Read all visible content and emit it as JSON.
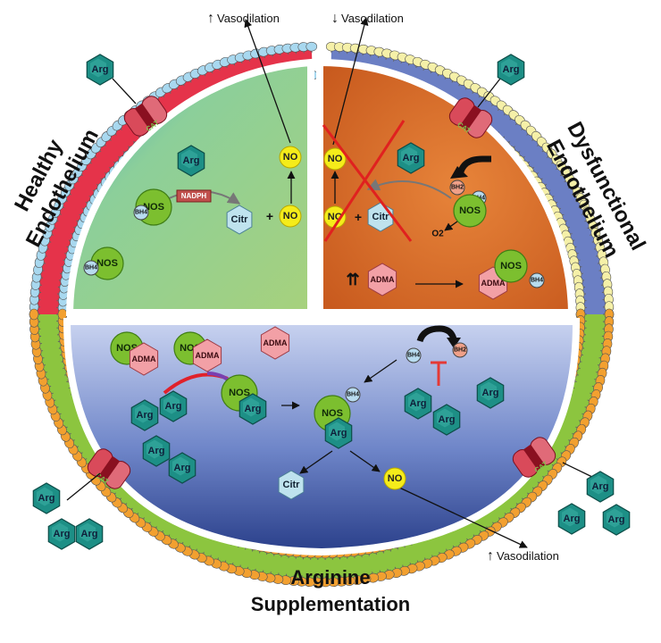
{
  "titles": {
    "healthy": "Healthy\nEndothelium",
    "dysfunctional": "Dysfunctional\nEndothelium",
    "supplementation": "Arginine\nSupplementation"
  },
  "vasodilation": {
    "label": "Vasodilation",
    "up_arrow": "↑",
    "down_arrow": "↓"
  },
  "labels": {
    "arg": "Arg",
    "nos": "NOS",
    "no": "NO",
    "citr": "Citr",
    "bh4": "BH4",
    "bh2": "BH2",
    "adma": "ADMA",
    "nadph": "NADPH",
    "cat": "CAT",
    "o2": "O2",
    "plus": "+",
    "double_up": "⇈"
  },
  "colors": {
    "arg": "#1d8f86",
    "nos": "#7cbf2f",
    "no": "#f5ec1a",
    "citr": "#bfe3ee",
    "adma": "#f2a0a6",
    "bh4": "#b8dcef",
    "healthy_bg": "#9ccc7a",
    "dysfunction_bg": "#d8692a",
    "supplement_bg": "#8a9fd6",
    "red_membrane": "#e5334a",
    "blue_membrane": "#6b7fc4",
    "green_membrane": "#8cc53f",
    "inhibit": "#e53935"
  }
}
